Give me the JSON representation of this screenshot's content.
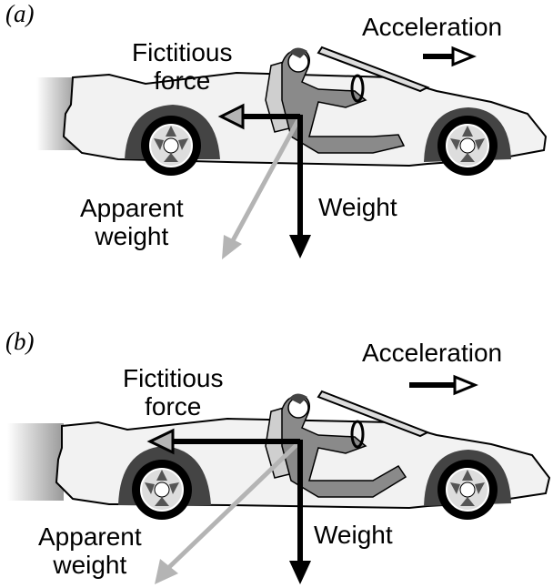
{
  "figure": {
    "panels": [
      {
        "id": "a",
        "label": "(a)",
        "acceleration_label": "Acceleration",
        "fictitious_label_line1": "Fictitious",
        "fictitious_label_line2": "force",
        "apparent_label_line1": "Apparent",
        "apparent_label_line2": "weight",
        "weight_label": "Weight"
      },
      {
        "id": "b",
        "label": "(b)",
        "acceleration_label": "Acceleration",
        "fictitious_label_line1": "Fictitious",
        "fictitious_label_line2": "force",
        "apparent_label_line1": "Apparent",
        "apparent_label_line2": "weight",
        "weight_label": "Weight"
      }
    ],
    "colors": {
      "weight_arrow": "#000000",
      "fictitious_arrow": "#000000",
      "fictitious_head": "#b4b4b4",
      "apparent_arrow": "#b4b4b4",
      "car_body": "#f2f2f2",
      "driver": "#8a8a8a",
      "tire": "#000000"
    }
  }
}
